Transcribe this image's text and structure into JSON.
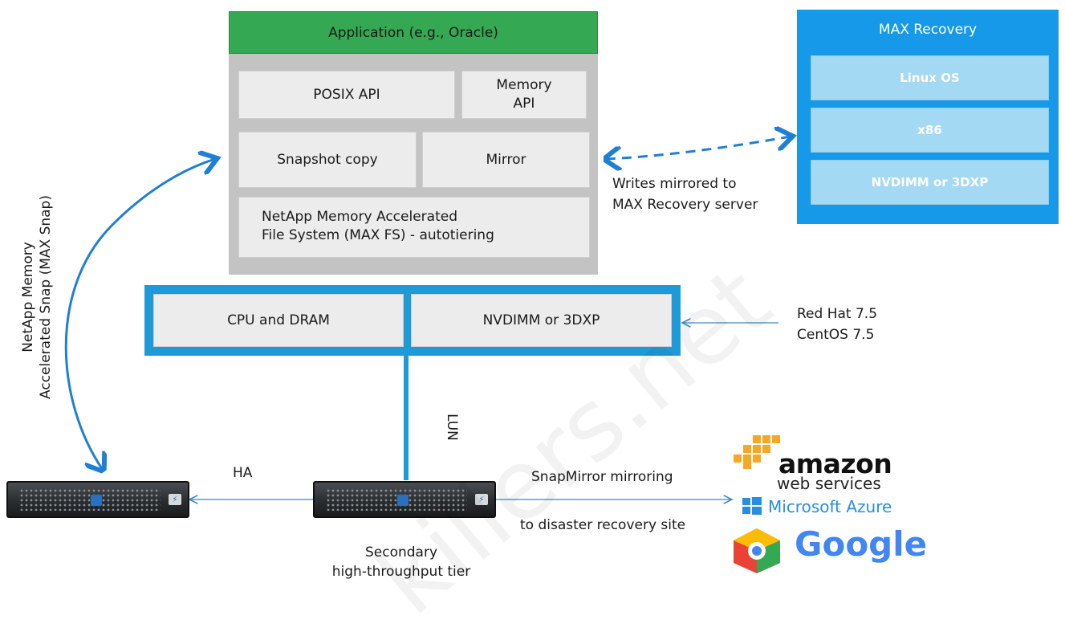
{
  "stack": {
    "app_label": "Application (e.g., Oracle)",
    "posix_api": "POSIX API",
    "memory_api_line1": "Memory",
    "memory_api_line2": "API",
    "snapshot_copy": "Snapshot copy",
    "mirror": "Mirror",
    "maxfs_line1": "NetApp Memory Accelerated",
    "maxfs_line2": "File System (MAX FS) - autotiering"
  },
  "hardware": {
    "cpu": "CPU and DRAM",
    "nvdimm": "NVDIMM or 3DXP"
  },
  "max_recovery": {
    "title": "MAX Recovery",
    "layers": [
      "Linux OS",
      "x86",
      "NVDIMM or 3DXP"
    ],
    "writes_line1": "Writes mirrored to",
    "writes_line2": "MAX Recovery server"
  },
  "os_support": {
    "line1": "Red Hat 7.5",
    "line2": "CentOS 7.5"
  },
  "labels": {
    "max_snap_line1": "NetApp Memory",
    "max_snap_line2": "Accelerated Snap (MAX Snap)",
    "lun": "LUN",
    "ha": "HA",
    "snapmirror_line1": "SnapMirror mirroring",
    "snapmirror_line2": "to disaster recovery site",
    "secondary_line1": "Secondary",
    "secondary_line2": "high-throughput tier"
  },
  "clouds": {
    "aws_name": "amazon",
    "aws_sub": "web services",
    "azure": "Microsoft Azure",
    "google": "Google"
  },
  "watermark": "killers.net",
  "colors": {
    "app_green": "#34a853",
    "accent_blue": "#1f9ad8",
    "max_blue": "#1599e8",
    "max_layer": "#a4d9f3",
    "stack_gray": "#c3c3c3",
    "box_gray": "#ececec"
  }
}
